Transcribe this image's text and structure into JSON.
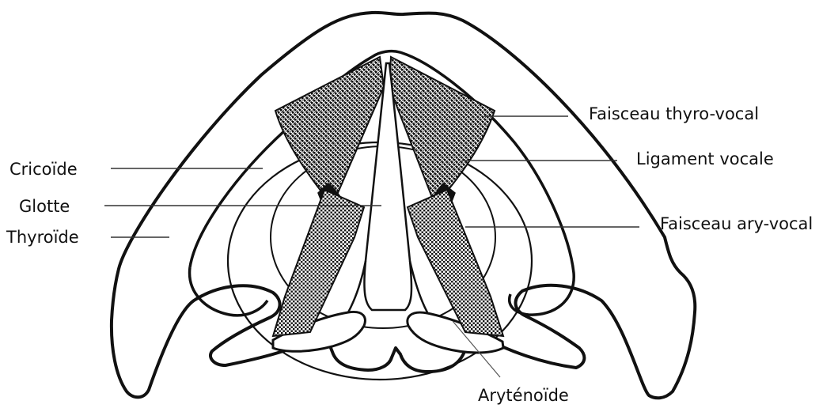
{
  "labels": {
    "cricoide": "Cricoïde",
    "glotte": "Glotte",
    "thyroide": "Thyroïde",
    "faisceau_thyro_vocal": "Faisceau thyro-vocal",
    "ligament_vocale": "Ligament vocale",
    "faisceau_ary_vocal": "Faisceau ary-vocal",
    "arytenoide": "Aryténoïde"
  },
  "colors": {
    "ink": "#111111",
    "background": "#ffffff"
  }
}
